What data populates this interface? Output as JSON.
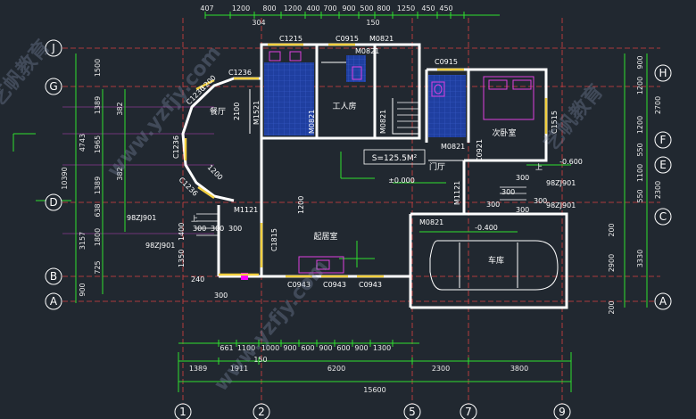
{
  "plan": {
    "axes_top_left": [
      "J",
      "G",
      "D",
      "B",
      "A"
    ],
    "axes_right": [
      "H",
      "F",
      "E",
      "C",
      "A"
    ],
    "axes_bottom": [
      "1",
      "2",
      "5",
      "7",
      "9"
    ],
    "top_dims": [
      "407",
      "1200",
      "304",
      "800",
      "1200",
      "400",
      "700",
      "900",
      "500",
      "800",
      "1250",
      "450",
      "450",
      "150"
    ],
    "bottom_dims_row1": [
      "661",
      "1100",
      "1000",
      "900",
      "600",
      "900",
      "600",
      "900",
      "1300"
    ],
    "bottom_dims_row2": [
      "1389",
      "1911",
      "150",
      "6200",
      "2300",
      "3800"
    ],
    "bottom_total": "15600",
    "left_dims": [
      "1500",
      "1389",
      "382",
      "1965",
      "1389",
      "382",
      "638",
      "1800",
      "725",
      "900",
      "4743",
      "10390",
      "3157"
    ],
    "right_dims": [
      "900",
      "1200",
      "2700",
      "1200",
      "550",
      "1100",
      "550",
      "200",
      "2300",
      "2900",
      "3330",
      "200"
    ],
    "rooms": {
      "dining": "餐厅",
      "worker_room": "工人房",
      "secondary_bedroom": "次卧室",
      "living_room": "起居室",
      "garage": "车库",
      "entry_hall": "门厅"
    },
    "area_label": "S=125.5M²",
    "level_labels": [
      "±0.000",
      "-0.600",
      "-0.400"
    ],
    "door_window_labels": [
      "C1215",
      "C0915",
      "M0821",
      "C0915",
      "C1236",
      "C1236",
      "C1236",
      "C1236",
      "M1521",
      "M0821",
      "M0821",
      "M0821",
      "C0921",
      "C1515",
      "M1121",
      "M1121",
      "C1815",
      "C0943",
      "C0943",
      "C0943",
      "M0821",
      "M0821"
    ],
    "annotations": [
      "1200",
      "1200",
      "2100",
      "1200",
      "98ZJ901",
      "98ZJ901",
      "98ZJ901",
      "98ZJ901",
      "300",
      "300",
      "300",
      "300",
      "300",
      "300",
      "300",
      "300",
      "1400",
      "1350",
      "240",
      "300",
      "上",
      "上"
    ],
    "watermarks": [
      "艺帆教育",
      "www.yzfjy.com",
      "www.yzfjy.com",
      "艺帆教育"
    ]
  }
}
